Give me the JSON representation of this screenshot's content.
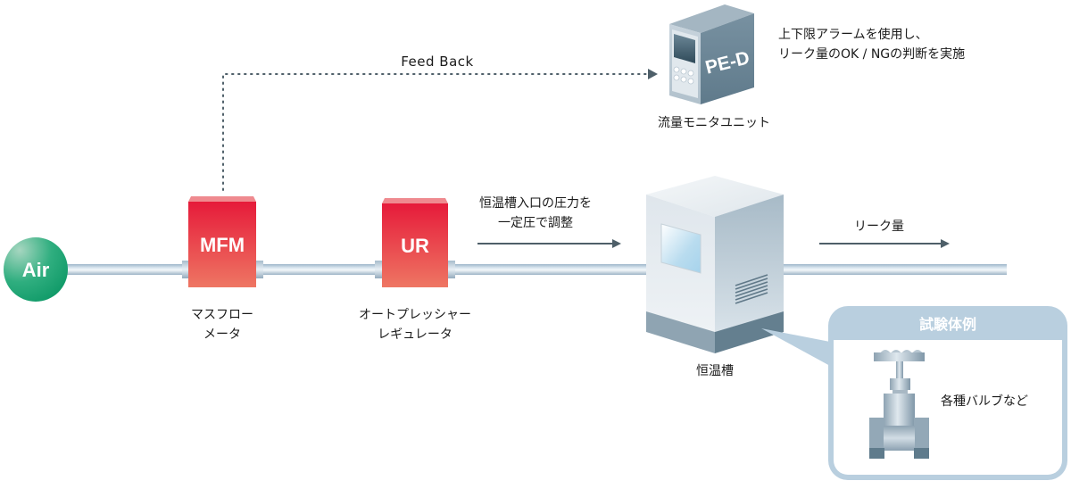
{
  "diagram": {
    "source": {
      "label": "Air",
      "color": "#1fa57a"
    },
    "feedback": {
      "label": "Feed Back"
    },
    "devices": [
      {
        "id": "mfm",
        "box_label": "MFM",
        "caption_lines": [
          "マスフロー",
          "メータ"
        ],
        "color_top": "#e61e3c",
        "color_bottom": "#ee7462"
      },
      {
        "id": "ur",
        "box_label": "UR",
        "caption_lines": [
          "オートプレッシャー",
          "レギュレータ"
        ],
        "color_top": "#e61e3c",
        "color_bottom": "#ee7462"
      }
    ],
    "monitor": {
      "box_label": "PE-D",
      "caption": "流量モニタユニット",
      "note_lines": [
        "上下限アラームを使用し、",
        "リーク量のOK / NGの判断を実施"
      ]
    },
    "pressure_note": {
      "lines": [
        "恒温槽入口の圧力を",
        "一定圧で調整"
      ]
    },
    "chamber": {
      "caption": "恒温槽"
    },
    "leak": {
      "label": "リーク量"
    },
    "test_sample": {
      "title": "試験体例",
      "item_label": "各種バルブなど",
      "frame_color": "#b9cfdf"
    },
    "colors": {
      "arrow": "#4e5f69",
      "pipe": "#b4c8d8",
      "pipe_highlight": "#eef4f8"
    }
  }
}
